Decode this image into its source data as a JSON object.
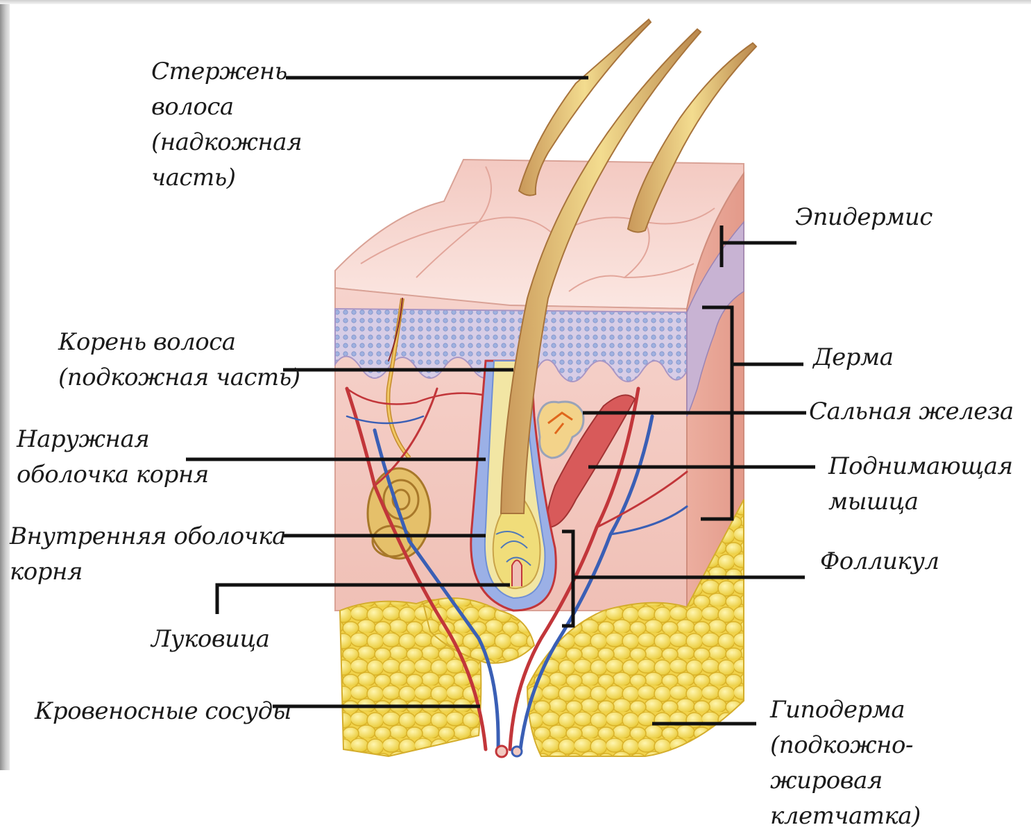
{
  "labels": {
    "hair_shaft": "Стержень\nволоса\n(надкожная\nчасть)",
    "epidermis": "Эпидермис",
    "hair_root": "Корень волоса\n(подкожная часть)",
    "dermis": "Дерма",
    "sebaceous_gland": "Сальная железа",
    "outer_root_sheath": "Наружная\nоболочка корня",
    "arrector_muscle": "Поднимающая\nмышца",
    "inner_root_sheath": "Внутренняя  оболочка\nкорня",
    "follicle": "Фолликул",
    "bulb": "Луковица",
    "blood_vessels": "Кровеносные сосуды",
    "hypodermis": "Гиподерма (подкожно-\nжировая клетчатка)"
  },
  "colors": {
    "skin_surface": "#f6d6cf",
    "dermis": "#f2c9c0",
    "epidermis_band": "#c9b8d6",
    "fat": "#f5dd5a",
    "hair": "#e9c86a",
    "artery": "#c2363a",
    "vein": "#3a5fb5",
    "leader_line": "#111111"
  }
}
